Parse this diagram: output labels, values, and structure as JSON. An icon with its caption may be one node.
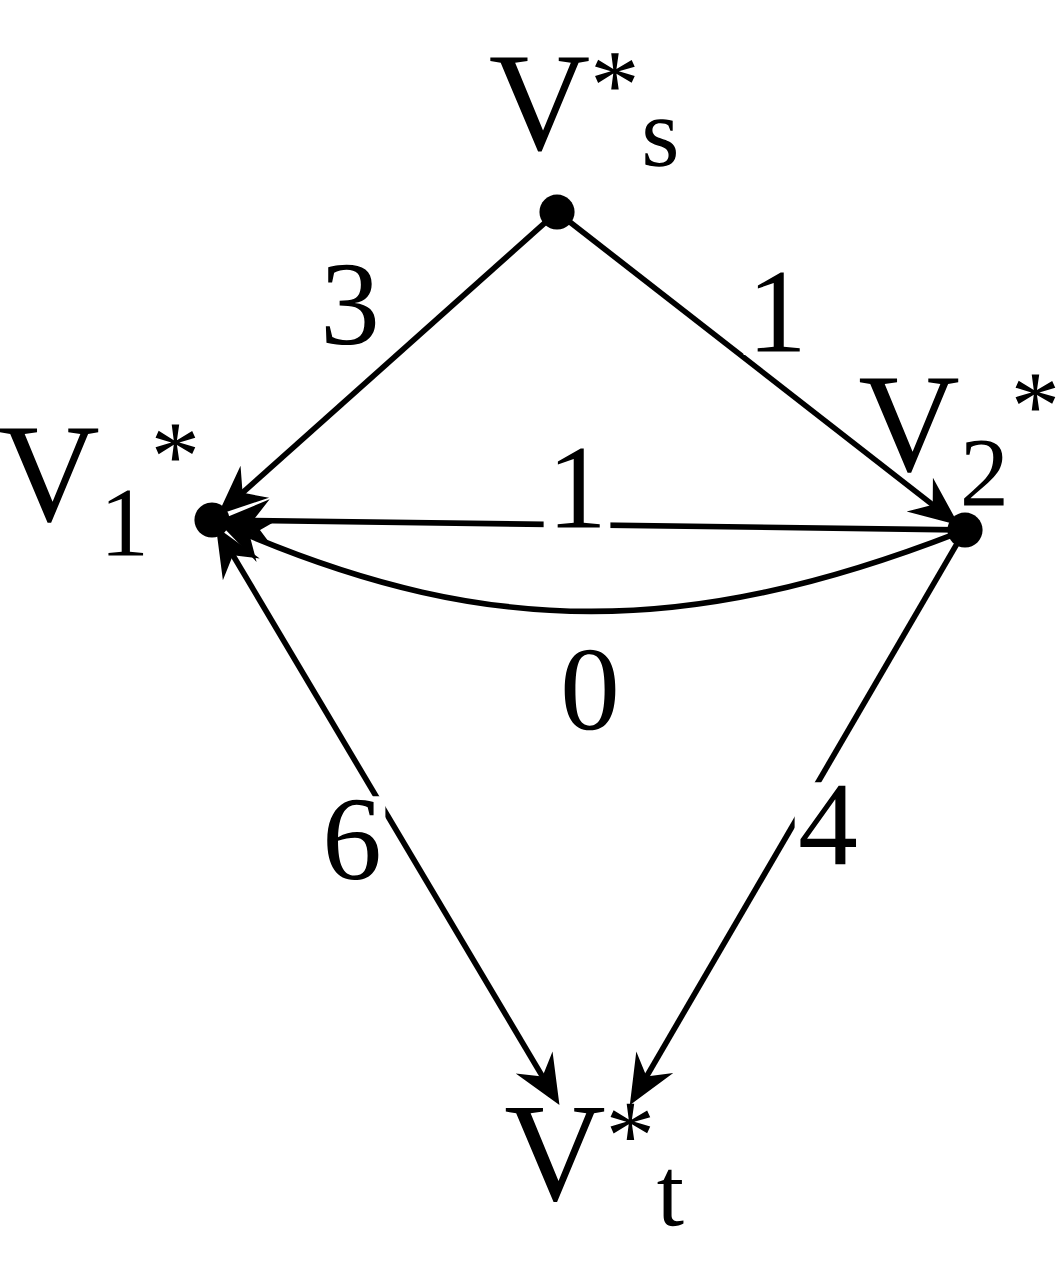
{
  "diagram": {
    "nodes": [
      {
        "text": [
          "V$^{*}$$_{s}$"
        ]
      },
      {
        "text": [
          "V$_{1}$$^{*}$"
        ]
      },
      {
        "text": [
          "V$_{2}$$^{*}$"
        ]
      },
      {
        "text": [
          "V$^{*}$$_{t}$"
        ]
      }
    ],
    "edges": [
      {
        "from": 0,
        "to": 1,
        "arrow": "to",
        "label": "3"
      },
      {
        "from": 0,
        "to": 2,
        "arrow": "to",
        "label": "1"
      },
      {
        "from": 2,
        "to": 1,
        "arrow": "to",
        "label": "1"
      },
      {
        "from": 2,
        "to": 1,
        "arrow": "to",
        "label": "0"
      },
      {
        "from": 1,
        "to": 3,
        "arrow": "both",
        "label": "6"
      },
      {
        "from": 2,
        "to": 3,
        "arrow": "to",
        "label": "4"
      }
    ]
  }
}
